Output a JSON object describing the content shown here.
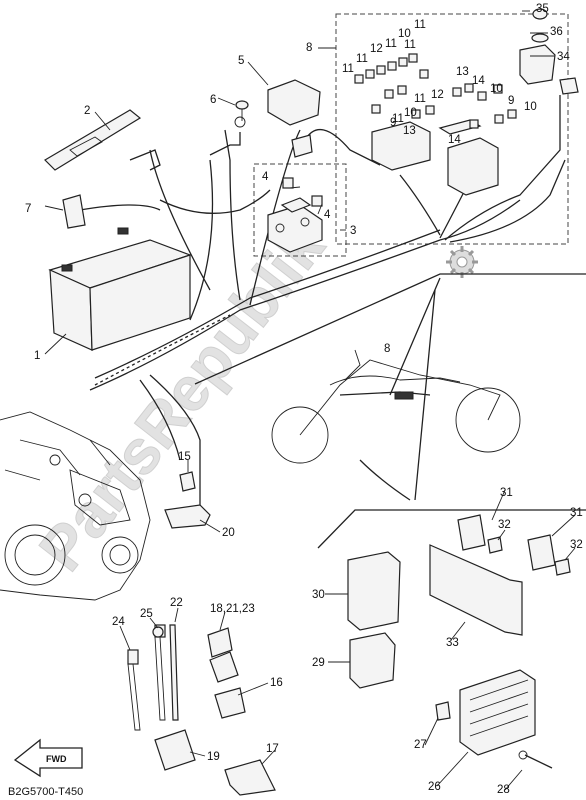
{
  "diagram": {
    "code": "B2G5700-T450",
    "watermark": "PartsRepublik",
    "fwd_label": "FWD",
    "callouts": [
      "35",
      "36",
      "34",
      "8",
      "11",
      "11",
      "12",
      "11",
      "10",
      "11",
      "11",
      "5",
      "13",
      "14",
      "10",
      "12",
      "11",
      "9",
      "10",
      "6",
      "2",
      "10",
      "11",
      "13",
      "14",
      "9",
      "4",
      "4",
      "3",
      "7",
      "1",
      "8",
      "15",
      "20",
      "31",
      "32",
      "31",
      "32",
      "30",
      "33",
      "29",
      "24",
      "25",
      "22",
      "18,21,23",
      "16",
      "27",
      "19",
      "17",
      "26",
      "28"
    ]
  }
}
